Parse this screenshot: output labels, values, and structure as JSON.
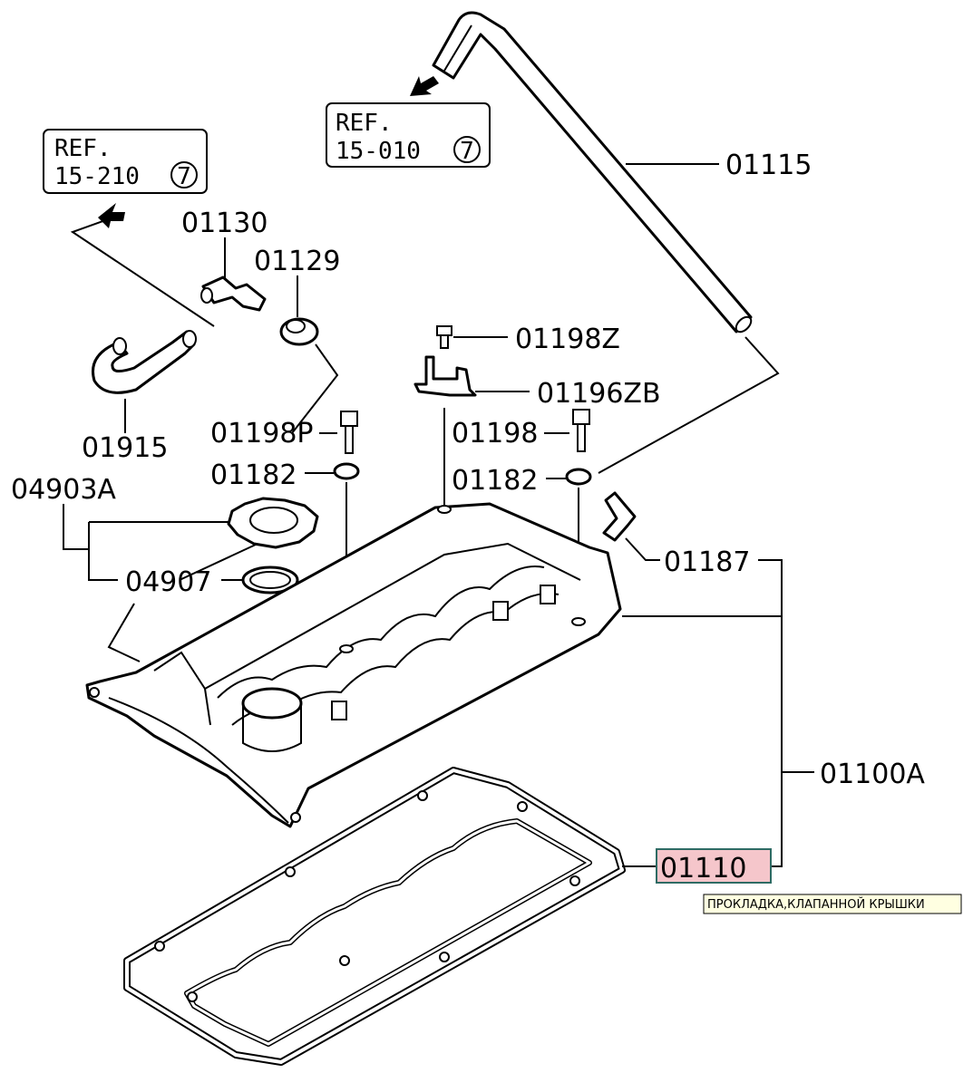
{
  "refs": [
    {
      "line1": "REF.",
      "line2": "15-210",
      "circle": "7"
    },
    {
      "line1": "REF.",
      "line2": "15-010",
      "circle": "7"
    }
  ],
  "labels": {
    "p01115": "01115",
    "p01130": "01130",
    "p01129": "01129",
    "p01198z": "01198Z",
    "p01196zb": "01196ZB",
    "p01915": "01915",
    "p01198p": "01198P",
    "p01198": "01198",
    "p04903a": "04903A",
    "p01182a": "01182",
    "p01182b": "01182",
    "p04907": "04907",
    "p01187": "01187",
    "p01100a": "01100A",
    "p01110": "01110"
  },
  "tooltip": "ПРОКЛАДКА,КЛАПАННОЙ КРЫШКИ",
  "colors": {
    "highlight_fill": "#f5c6cb",
    "highlight_stroke": "#2e6b64",
    "tooltip_fill": "#ffffe1"
  }
}
